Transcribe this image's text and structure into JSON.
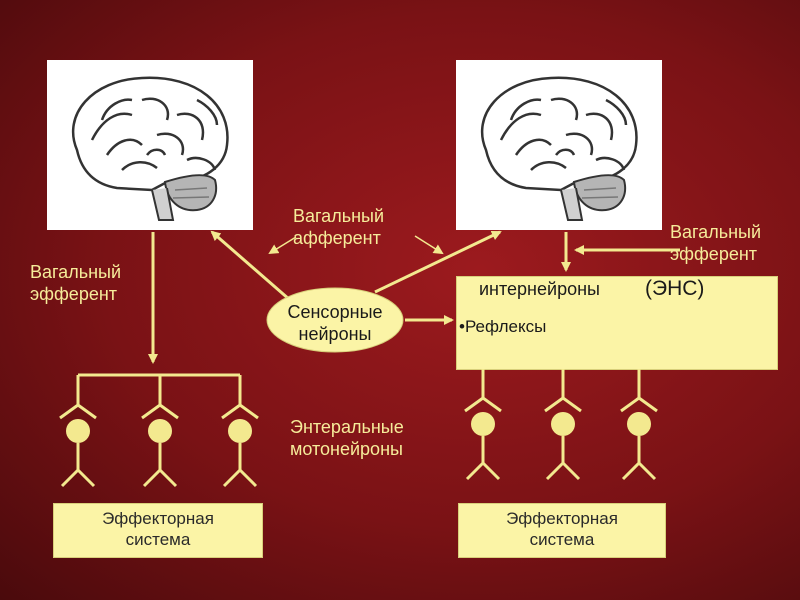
{
  "labels": {
    "vagal_efferent_left": "Вагальный\nэфферент",
    "vagal_afferent": "Вагальный\nафферент",
    "vagal_efferent_right": "Вагальный\nэфферент",
    "sensory_neurons": "Сенсорные\nнейроны",
    "interneurons": "интернейроны",
    "ens": "(ЭНС)",
    "reflexes": "•Рефлексы",
    "enteric_motoneurons": "Энтеральные\nмотонейроны",
    "effector_left": "Эффекторная\nсистема",
    "effector_right": "Эффекторная\nсистема"
  },
  "colors": {
    "arrow": "#f3e98f",
    "box_fill": "#fbf4a6",
    "figure": "#f3e98f"
  }
}
